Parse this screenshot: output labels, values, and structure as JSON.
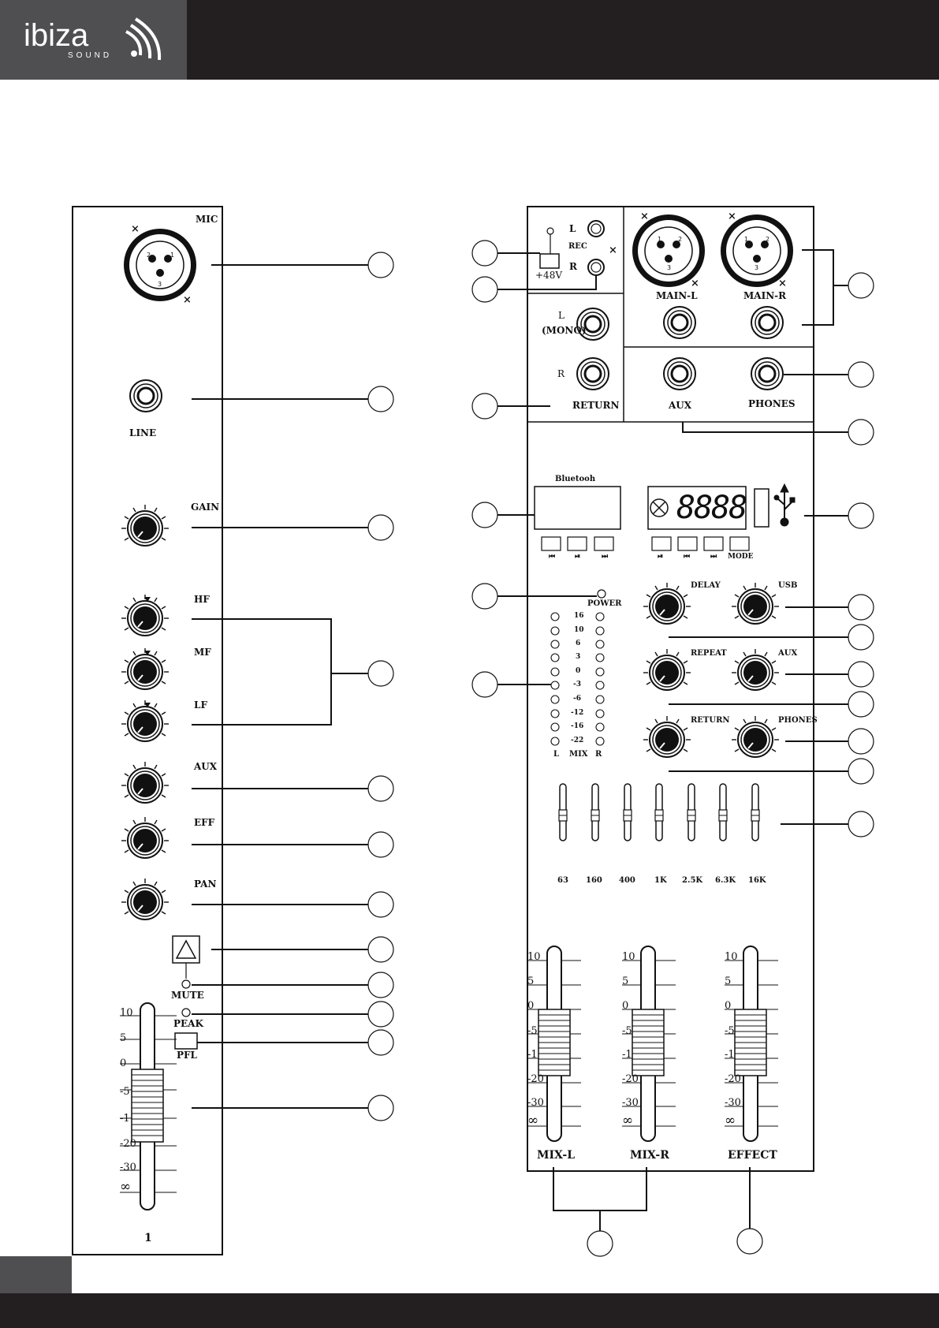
{
  "brand": {
    "name": "ibiza",
    "sub": "SOUND"
  },
  "channel": {
    "mic": "MIC",
    "line": "LINE",
    "gain": "GAIN",
    "hf": "HF",
    "mf": "MF",
    "lf": "LF",
    "aux": "AUX",
    "eff": "EFF",
    "pan": "PAN",
    "mute": "MUTE",
    "peak": "PEAK",
    "pfl": "PFL",
    "number": "1",
    "pins": [
      "1",
      "2",
      "3"
    ],
    "fader_scale": [
      "10",
      "5",
      "0",
      "-5",
      "-1",
      "-20",
      "-30",
      "∞"
    ]
  },
  "master": {
    "rec": "REC",
    "rec_l": "L",
    "rec_r": "R",
    "phantom": "+48V",
    "main_l": "MAIN-L",
    "main_r": "MAIN-R",
    "return_l": "L",
    "mono": "(MONO)",
    "return_r": "R",
    "return": "RETURN",
    "aux": "AUX",
    "phones": "PHONES",
    "bluetooth": "Bluetooh",
    "display": "8888",
    "mode": "MODE",
    "power": "POWER",
    "meter_values": [
      "16",
      "10",
      "6",
      "3",
      "0",
      "-3",
      "-6",
      "-12",
      "-16",
      "-22"
    ],
    "meter_l": "L",
    "meter_mix": "MIX",
    "meter_r": "R",
    "delay": "DELAY",
    "usb": "USB",
    "repeat": "REPEAT",
    "aux_knob": "AUX",
    "return_knob": "RETURN",
    "phones_knob": "PHONES",
    "eq_bands": [
      "63",
      "160",
      "400",
      "1K",
      "2.5K",
      "6.3K",
      "16K"
    ],
    "fader_scale": [
      "10",
      "5",
      "0",
      "-5",
      "-1",
      "-20",
      "-30",
      "∞"
    ],
    "mix_l": "MIX-L",
    "mix_r": "MIX-R",
    "effect": "EFFECT"
  },
  "colors": {
    "header": "#231f20",
    "logo_block": "#4f4f51",
    "ink": "#111111"
  }
}
